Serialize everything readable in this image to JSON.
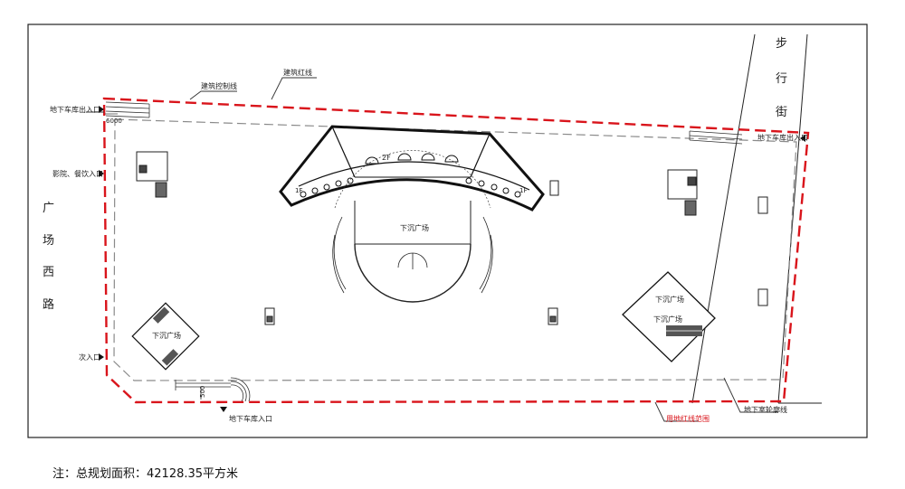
{
  "labels": {
    "street_name": [
      "广",
      "场",
      "西",
      "路"
    ],
    "pedestrian_street": [
      "步",
      "行",
      "街"
    ],
    "building_red_line": "建筑红线",
    "building_control_line": "建筑控制线",
    "garage_exit_entrance_topleft": "地下车库出入口",
    "garage_exit_entrance_right": "地下车库出入口",
    "garage_entrance_bottom": "地下车库入口",
    "cinema_entrance": "影院、餐饮入口",
    "secondary_entrance": "次入口",
    "dim_6000": "6000",
    "dim_500": "500",
    "floor_2f": "2F",
    "floor_1f_left": "1F",
    "floor_1f_right": "1F",
    "sunken_plaza_center": "下沉广场",
    "sunken_plaza_left": "下沉广场",
    "sunken_plaza_right_top": "下沉广场",
    "sunken_plaza_right_bottom": "下沉广场",
    "site_red_line_range": "用地红线范围",
    "basement_outline": "地下室轮廓线"
  },
  "note": "注：总规划面积：42128.35平方米",
  "colors": {
    "red_line": "#d9141b",
    "drawing": "#222222",
    "dashed_gray": "#8a8a8a"
  }
}
